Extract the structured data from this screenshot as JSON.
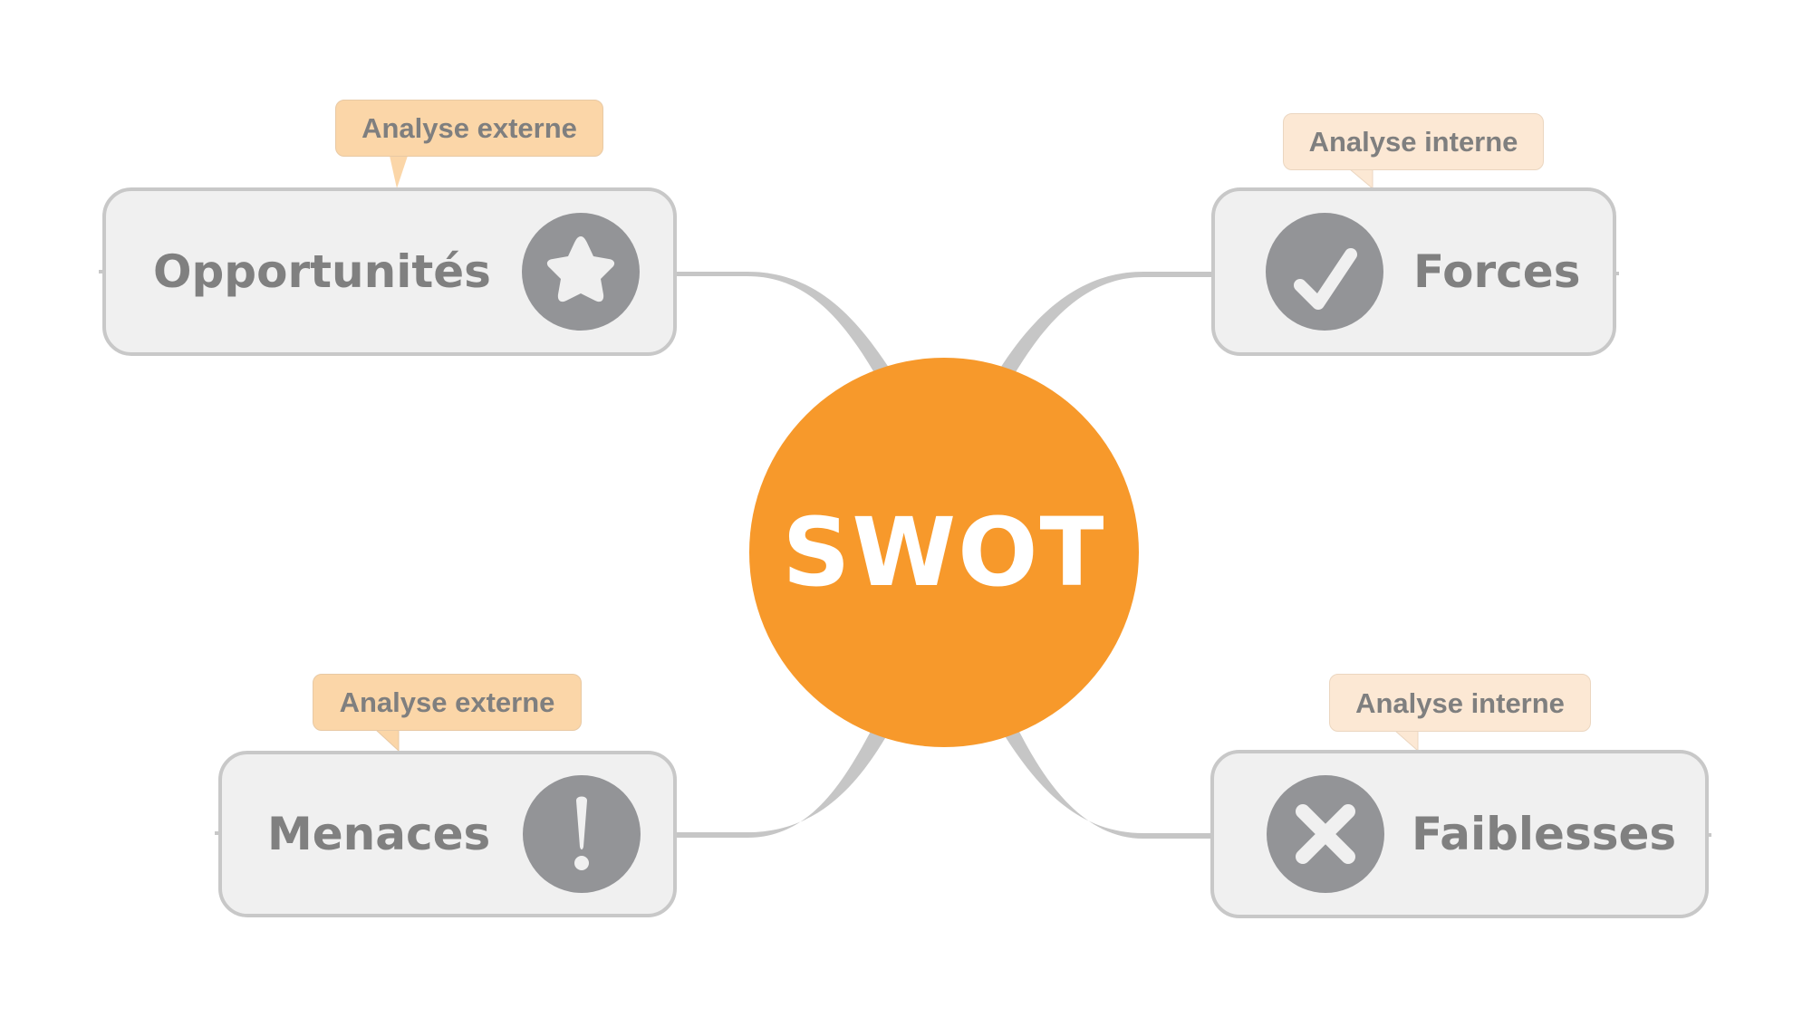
{
  "center": {
    "label": "SWOT",
    "color": "#F7992B"
  },
  "topics": [
    {
      "id": "opportunites",
      "label": "Opportunités",
      "icon": "star-icon",
      "callout": "Analyse externe",
      "callout_type": "externe"
    },
    {
      "id": "forces",
      "label": "Forces",
      "icon": "checkmark-icon",
      "callout": "Analyse interne",
      "callout_type": "interne"
    },
    {
      "id": "menaces",
      "label": "Menaces",
      "icon": "exclamation-icon",
      "callout": "Analyse externe",
      "callout_type": "externe"
    },
    {
      "id": "faiblesses",
      "label": "Faiblesses",
      "icon": "cross-icon",
      "callout": "Analyse interne",
      "callout_type": "interne"
    }
  ],
  "colors": {
    "topic_fill": "#F0F0F0",
    "topic_border": "#C8C8C8",
    "topic_text": "#808080",
    "icon_badge": "#939497",
    "callout_externe": "#FBD6A8",
    "callout_interne": "#FCE8D4",
    "connector": "#C6C6C6"
  }
}
